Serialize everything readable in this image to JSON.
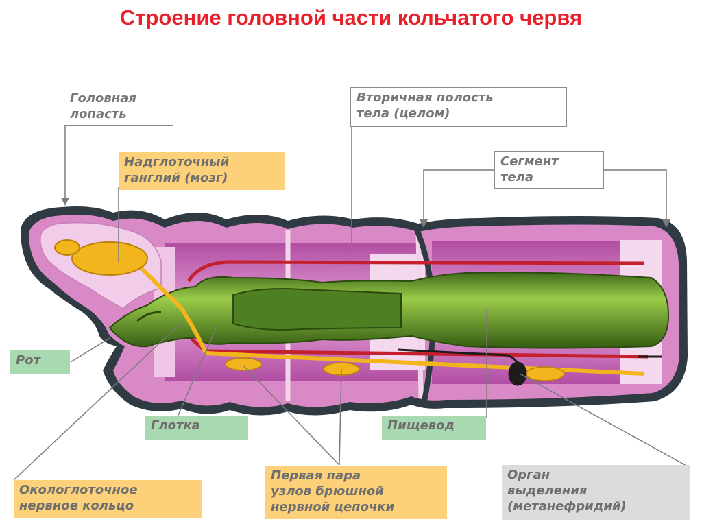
{
  "title": "Строение головной части кольчатого червя",
  "labels": {
    "head_lobe": [
      "Головная",
      "лопасть"
    ],
    "ganglion": [
      "Надглоточный",
      "ганглий (мозг)"
    ],
    "coelom": [
      "Вторичная полость",
      "тела (целом)"
    ],
    "segment": [
      "Сегмент",
      "тела"
    ],
    "mouth": "Рот",
    "pharynx": "Глотка",
    "esophagus": "Пищевод",
    "nerve_ring": [
      "Окологлоточное",
      "нервное кольцо"
    ],
    "nerve_nodes": [
      "Первая пара",
      "узлов брюшной",
      "нервной цепочки"
    ],
    "excretory": [
      "Орган",
      "выделения",
      "(метанефридий)"
    ]
  },
  "colors": {
    "title": "#e8202a",
    "body_wall": "#2f3a42",
    "tissue": "#d98ac6",
    "cavity": "#c75bb5",
    "gut": "#6f9e2c",
    "nerve": "#f2b51d",
    "vessel": "#c4202e",
    "label_yellow": "#fcd17a",
    "label_green": "#a9d9b0",
    "label_grey": "#dcdcdc"
  }
}
